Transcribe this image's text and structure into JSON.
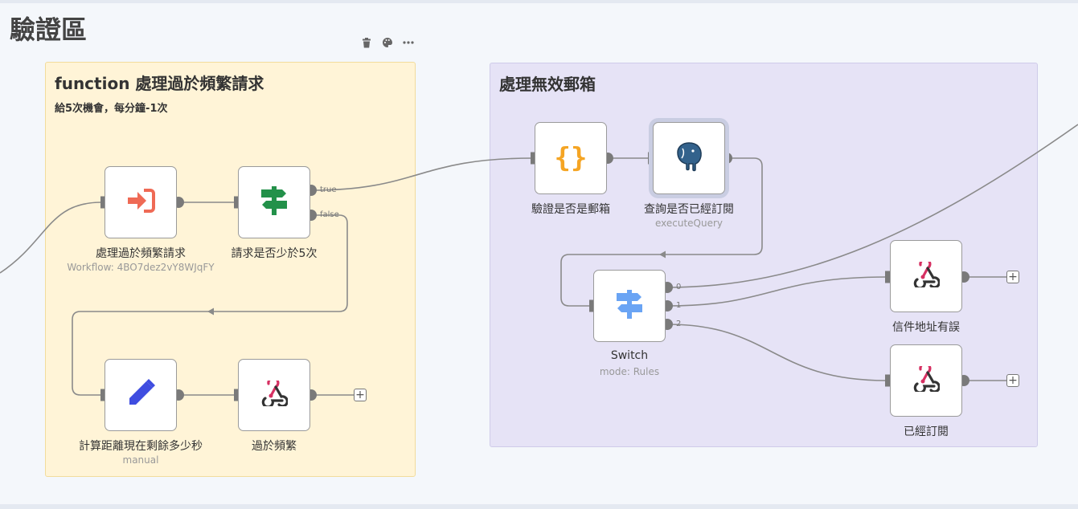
{
  "canvas": {
    "title": "驗證區",
    "toolbar": {
      "delete": "delete-icon",
      "color": "palette-icon",
      "more": "more-icon"
    }
  },
  "stickies": {
    "rate_limit": {
      "title": "function 處理過於頻繁請求",
      "subtitle": "給5次機會，每分鐘-1次"
    },
    "invalid_email": {
      "title": "處理無效郵箱"
    }
  },
  "nodes": {
    "exec_workflow": {
      "label": "處理過於頻繁請求",
      "sub": "Workflow: 4BO7dez2vY8WJqFY",
      "icon": "execute-workflow-icon"
    },
    "if_less_5": {
      "label": "請求是否少於5次",
      "icon": "signpost-icon",
      "outputs": [
        "true",
        "false"
      ]
    },
    "calc_remaining": {
      "label": "計算距離現在剩餘多少秒",
      "sub": "manual",
      "icon": "pencil-icon"
    },
    "too_frequent": {
      "label": "過於頻繁",
      "icon": "webhook-icon"
    },
    "validate_email": {
      "label": "驗證是否是郵箱",
      "icon": "code-braces-icon",
      "glyph": "{}"
    },
    "check_subscribed": {
      "label": "查詢是否已經訂閱",
      "sub": "executeQuery",
      "icon": "postgres-elephant-icon"
    },
    "switch": {
      "label": "Switch",
      "sub": "mode: Rules",
      "icon": "signpost-icon",
      "outputs": [
        "0",
        "1",
        "2"
      ]
    },
    "address_error": {
      "label": "信件地址有誤",
      "icon": "webhook-icon"
    },
    "already_subscribed": {
      "label": "已經訂閱",
      "icon": "webhook-icon"
    }
  },
  "colors": {
    "sticky_yellow": "#fff4d7",
    "sticky_purple": "#e6e3f6",
    "exec_red": "#ef6a55",
    "if_green": "#23914a",
    "code_orange": "#f5a524",
    "pencil_blue": "#3f4de0",
    "switch_blue": "#6aa4f4",
    "postgres_blue": "#33628c",
    "webhook_pink": "#d63062"
  }
}
